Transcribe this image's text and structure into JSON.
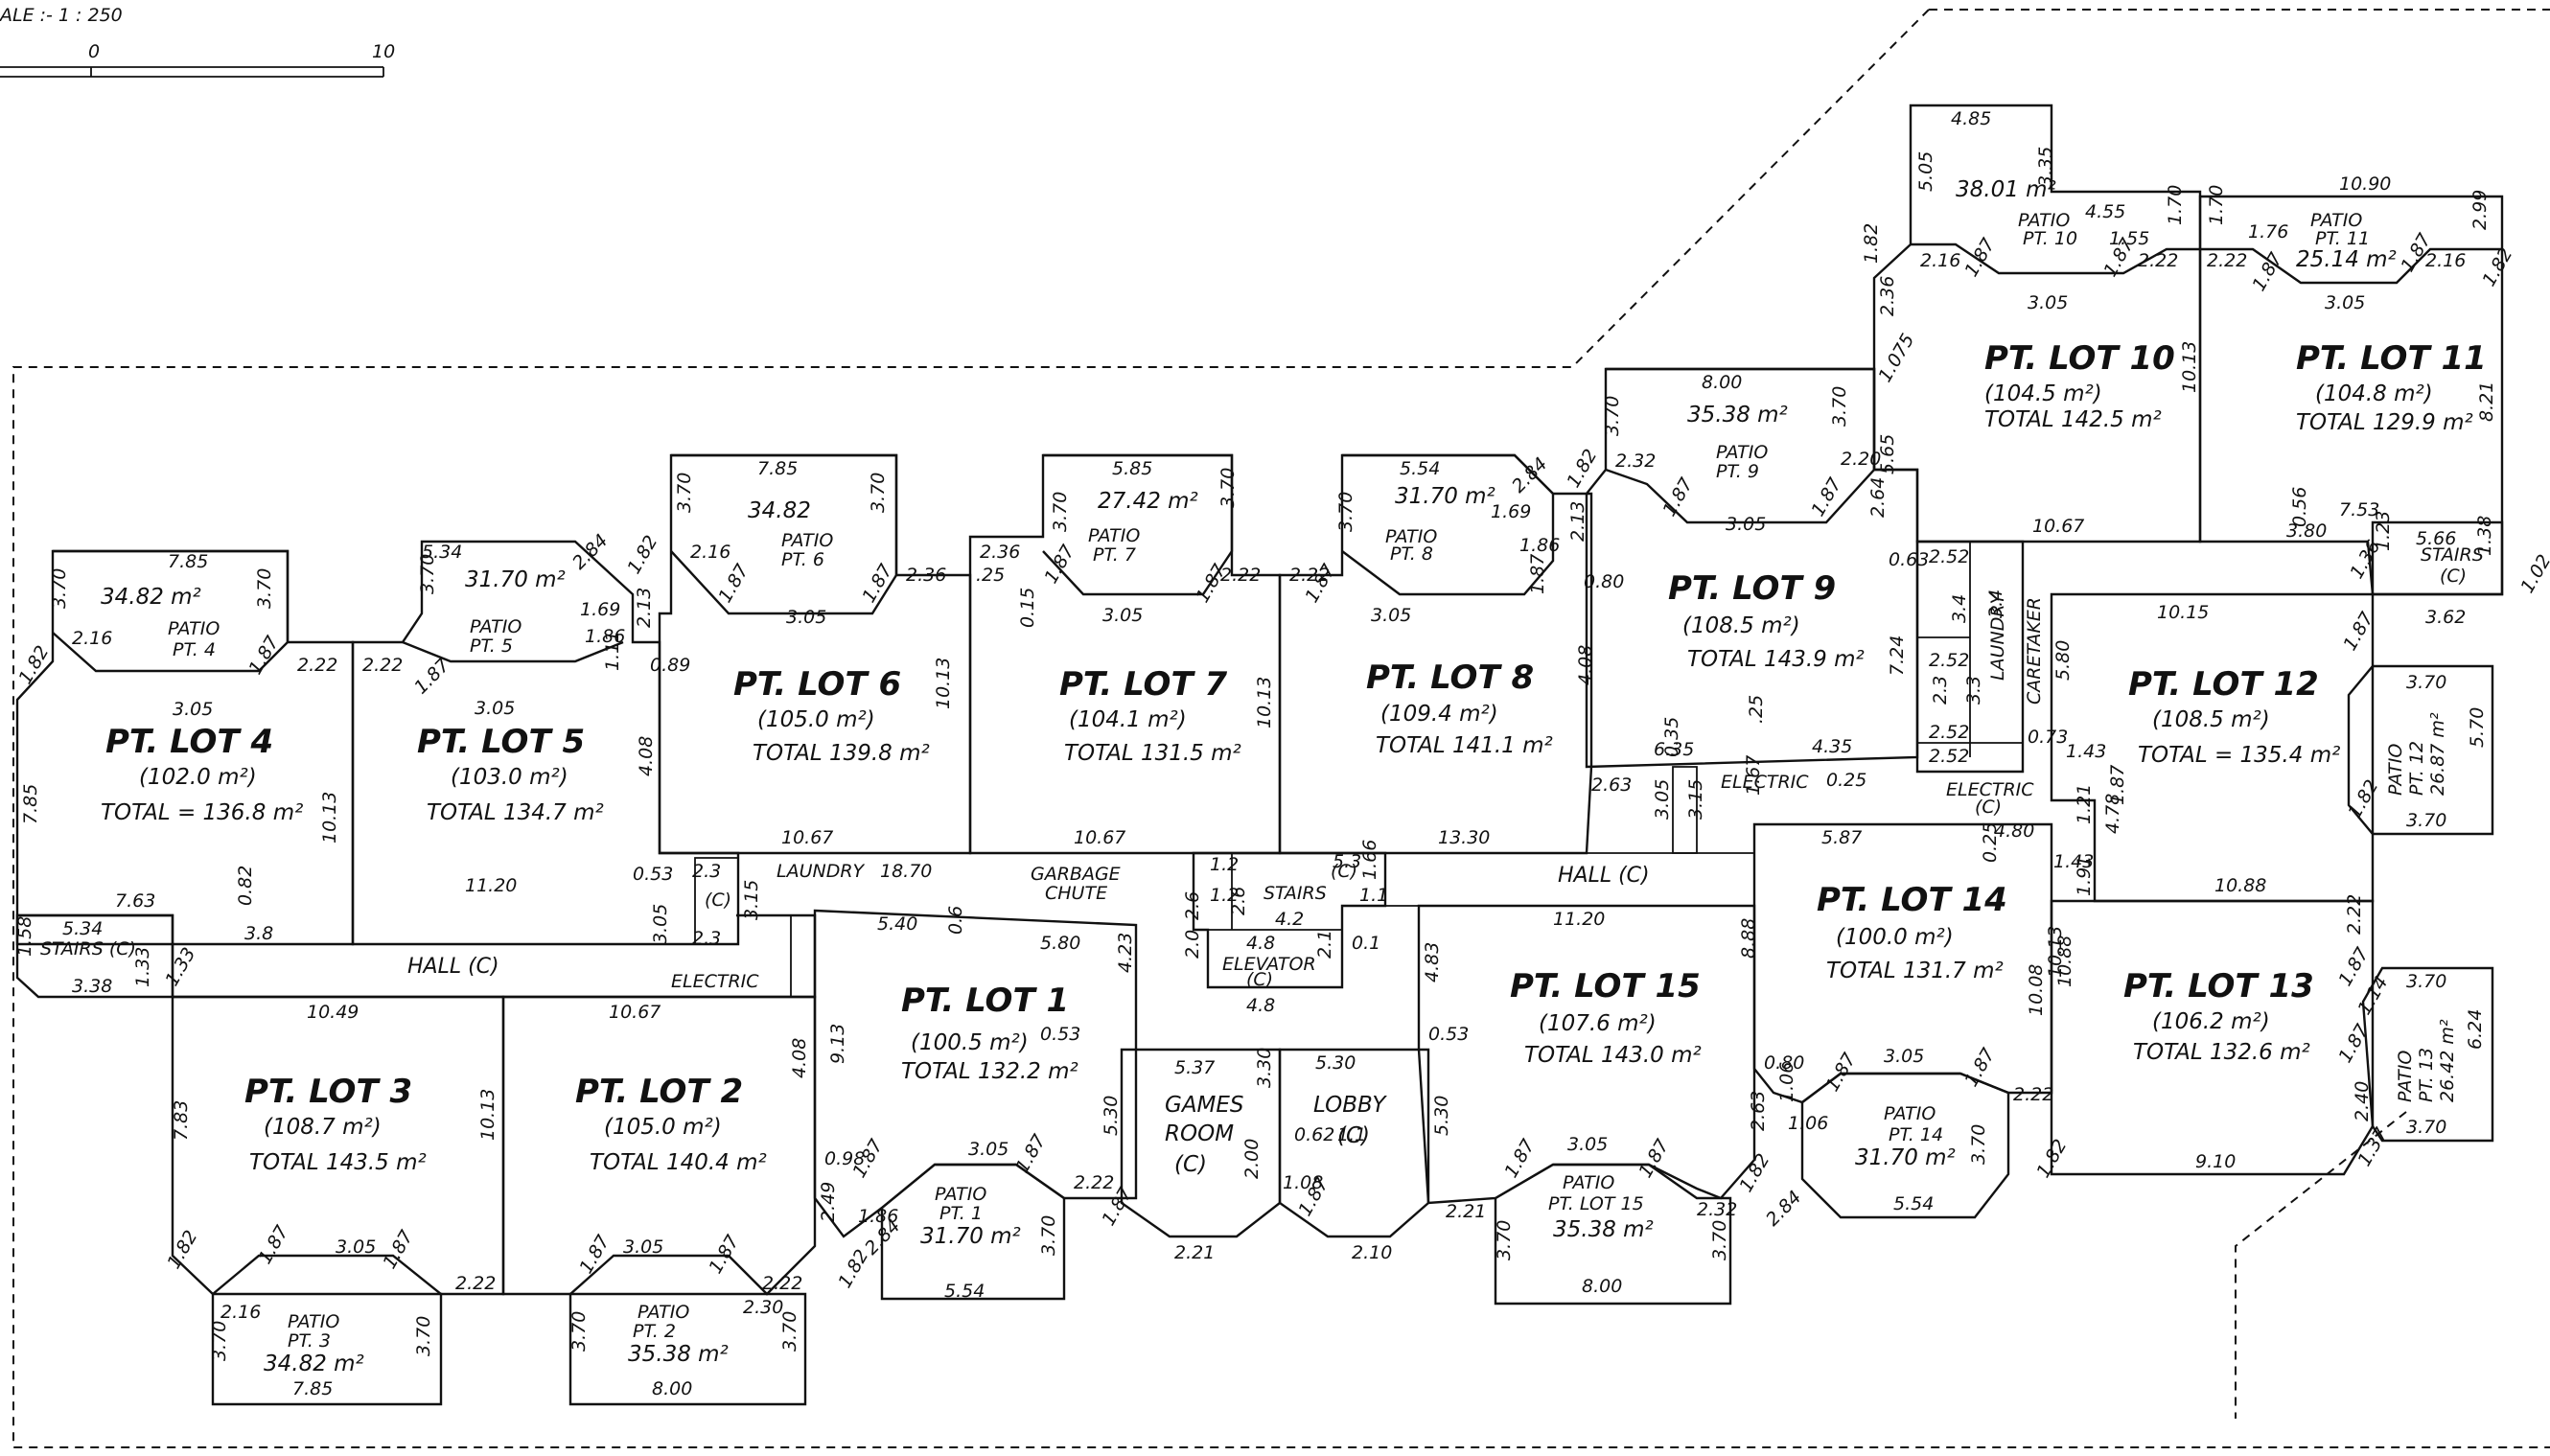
{
  "header": {
    "scale_label": "ALE :- 1 : 250",
    "scale_zero": "0",
    "scale_ten": "10"
  },
  "lots": {
    "l1": {
      "name": "PT. LOT 1",
      "area": "(100.5 m²)",
      "total": "TOTAL 132.2 m²"
    },
    "l2": {
      "name": "PT. LOT 2",
      "area": "(105.0 m²)",
      "total": "TOTAL 140.4 m²"
    },
    "l3": {
      "name": "PT. LOT 3",
      "area": "(108.7 m²)",
      "total": "TOTAL 143.5 m²"
    },
    "l4": {
      "name": "PT. LOT 4",
      "area": "(102.0 m²)",
      "total": "TOTAL = 136.8 m²"
    },
    "l5": {
      "name": "PT. LOT 5",
      "area": "(103.0 m²)",
      "total": "TOTAL 134.7 m²"
    },
    "l6": {
      "name": "PT. LOT 6",
      "area": "(105.0 m²)",
      "total": "TOTAL 139.8 m²"
    },
    "l7": {
      "name": "PT. LOT 7",
      "area": "(104.1 m²)",
      "total": "TOTAL 131.5 m²"
    },
    "l8": {
      "name": "PT. LOT 8",
      "area": "(109.4 m²)",
      "total": "TOTAL 141.1 m²"
    },
    "l9": {
      "name": "PT. LOT 9",
      "area": "(108.5 m²)",
      "total": "TOTAL 143.9 m²"
    },
    "l10": {
      "name": "PT. LOT 10",
      "area": "(104.5 m²)",
      "total": "TOTAL 142.5 m²"
    },
    "l11": {
      "name": "PT. LOT 11",
      "area": "(104.8 m²)",
      "total": "TOTAL 129.9 m²"
    },
    "l12": {
      "name": "PT. LOT 12",
      "area": "(108.5 m²)",
      "total": "TOTAL = 135.4 m²"
    },
    "l13": {
      "name": "PT. LOT 13",
      "area": "(106.2 m²)",
      "total": "TOTAL 132.6 m²"
    },
    "l14": {
      "name": "PT. LOT 14",
      "area": "(100.0 m²)",
      "total": "TOTAL 131.7 m²"
    },
    "l15": {
      "name": "PT. LOT 15",
      "area": "(107.6 m²)",
      "total": "TOTAL 143.0 m²"
    }
  },
  "patios": {
    "p1": {
      "name": "PATIO",
      "sub": "PT. 1",
      "area": "31.70 m²"
    },
    "p2": {
      "name": "PATIO",
      "sub": "PT. 2",
      "area": "35.38 m²"
    },
    "p3": {
      "name": "PATIO",
      "sub": "PT. 3",
      "area": "34.82 m²"
    },
    "p4": {
      "name": "PATIO",
      "sub": "PT. 4",
      "area": "34.82 m²"
    },
    "p5": {
      "name": "PATIO",
      "sub": "PT. 5",
      "area": "31.70 m²"
    },
    "p6": {
      "name": "PATIO",
      "sub": "PT. 6",
      "area": "34.82"
    },
    "p7": {
      "name": "PATIO",
      "sub": "PT. 7",
      "area": "27.42 m²"
    },
    "p8": {
      "name": "PATIO",
      "sub": "PT. 8",
      "area": "31.70 m²"
    },
    "p9": {
      "name": "PATIO",
      "sub": "PT. 9",
      "area": "35.38 m²"
    },
    "p10": {
      "name": "PATIO",
      "sub": "PT. 10",
      "area": "38.01 m²"
    },
    "p11": {
      "name": "PATIO",
      "sub": "PT. 11",
      "area": "25.14 m²"
    },
    "p12": {
      "name": "PATIO",
      "sub": "PT. 12",
      "area": "26.87 m²"
    },
    "p13": {
      "name": "PATIO",
      "sub": "PT. 13",
      "area": "26.42 m²"
    },
    "p14": {
      "name": "PATIO",
      "sub": "PT. 14",
      "area": "31.70 m²"
    },
    "p15": {
      "name": "PATIO",
      "sub": "PT. LOT 15",
      "area": "35.38 m²"
    }
  },
  "common": {
    "hall1": "HALL (C)",
    "hall2": "HALL (C)",
    "laundry": "LAUNDRY",
    "garbage1": "GARBAGE",
    "garbage2": "CHUTE",
    "stairs_mid": "STAIRS",
    "stairs_mid_c": "(C)",
    "elevator": "ELEVATOR",
    "elevator_c": "(C)",
    "games1": "GAMES",
    "games2": "ROOM",
    "games3": "(C)",
    "lobby": "LOBBY",
    "lobby_c": "(C)",
    "stairs_left": "STAIRS (C)",
    "stairs_right": "STAIRS",
    "stairs_right_c": "(C)",
    "electric": "ELECTRIC",
    "laundry_v": "LAUNDRY",
    "caretaker_v": "CARETAKER",
    "c": "(C)"
  },
  "dims": {
    "d001": "7.85",
    "d002": "3.70",
    "d003": "3.70",
    "d004": "2.16",
    "d005": "1.82",
    "d006": "1.87",
    "d007": "2.22",
    "d008": "3.05",
    "d009": "7.85",
    "d010": "10.13",
    "d011": "7.63",
    "d012": "0.82",
    "d013": "3.8",
    "d014": "5.34",
    "d015": "3.38",
    "d016": "1.58",
    "d017": "1.33",
    "d018": "1.33",
    "d019": "5.34",
    "d020": "3.70",
    "d021": "2.84",
    "d022": "1.69",
    "d023": "1.86",
    "d024": "2.22",
    "d025": "1.87",
    "d026": "3.05",
    "d027": "1.11",
    "d028": "11.20",
    "d029": "7.85",
    "d030": "3.70",
    "d031": "3.70",
    "d032": "1.82",
    "d033": "2.16",
    "d034": "2.13",
    "d035": "0.89",
    "d036": "1.87",
    "d037": "3.05",
    "d038": "1.87",
    "d039": "2.36",
    "d040": "10.67",
    "d041": "4.08",
    "d042": "0.53",
    "d043": "3.05",
    "d044": "2.3",
    "d045": "2.3",
    "d046": "3.15",
    "d047": "18.70",
    "d048": "5.85",
    "d049": "3.70",
    "d050": "3.70",
    "d051": "2.36",
    "d052": "0.15",
    "d053": "1.87",
    "d054": "3.05",
    "d055": "1.87",
    "d056": "2.22",
    "d057": ".25",
    "d058": "10.13",
    "d059": "10.67",
    "d060": "5.54",
    "d061": "3.70",
    "d062": "2.84",
    "d063": "1.69",
    "d064": "1.86",
    "d065": "1.87",
    "d066": "3.05",
    "d067": "1.87",
    "d068": "2.22",
    "d069": "10.13",
    "d070": "13.30",
    "d071": "8.00",
    "d072": "3.70",
    "d073": "3.70",
    "d074": "2.32",
    "d075": "1.82",
    "d076": "2.13",
    "d077": "0.80",
    "d078": "1.87",
    "d079": "3.05",
    "d080": "1.87",
    "d081": "2.20",
    "d082": "2.64",
    "d083": "4.08",
    "d084": "6.35",
    "d085": "4.35",
    "d086": "2.63",
    "d087": "3.05",
    "d088": "3.15",
    "d089": ".25",
    "d090": "0.25",
    "d091": "4.85",
    "d092": "5.05",
    "d093": "3.35",
    "d094": "4.55",
    "d095": "1.70",
    "d096": "1.55",
    "d097": "1.82",
    "d098": "2.16",
    "d099": "1.87",
    "d100": "3.05",
    "d101": "1.87",
    "d102": "2.22",
    "d103": "2.36",
    "d104": "1.075",
    "d105": "5.65",
    "d106": "10.67",
    "d107": "0.63",
    "d108": "10.90",
    "d109": "1.70",
    "d110": "1.76",
    "d111": "2.99",
    "d112": "2.22",
    "d113": "1.87",
    "d114": "3.05",
    "d115": "1.87",
    "d116": "2.16",
    "d117": "1.82",
    "d118": "10.13",
    "d119": "8.21",
    "d120": "7.53",
    "d121": "3.80",
    "d122": "0.56",
    "d123": "1.36",
    "d124": "1.23",
    "d125": "1.38",
    "d126": "5.66",
    "d127": "1.02",
    "d128": "3.62",
    "d129": "2.52",
    "d130": "3.4",
    "d131": "3.4",
    "d132": "7.24",
    "d133": "2.52",
    "d134": "2.3",
    "d135": "3.3",
    "d136": "2.52",
    "d137": "2.52",
    "d138": "0.73",
    "d139": "10.15",
    "d140": "1.87",
    "d141": "5.80",
    "d142": "1.43",
    "d143": "1.87",
    "d144": "4.78",
    "d145": "1.43",
    "d146": "1.21",
    "d147": "1.82",
    "d148": "1.91",
    "d149": "10.88",
    "d150": "3.70",
    "d151": "5.70",
    "d152": "3.70",
    "d153": "2.22",
    "d154": "1.87",
    "d155": "1.14",
    "d156": "10.88",
    "d157": "1.87",
    "d158": "3.70",
    "d159": "6.24",
    "d160": "2.40",
    "d161": "3.70",
    "d162": "9.10",
    "d163": "1.82",
    "d164": "1.37",
    "d165": "5.87",
    "d166": "0.25",
    "d167": "4.80",
    "d168": "10.13",
    "d169": "8.88",
    "d170": "10.08",
    "d171": "0.80",
    "d172": "1.87",
    "d173": "3.05",
    "d174": "1.87",
    "d175": "1.06",
    "d176": "1.06",
    "d177": "2.22",
    "d178": "2.63",
    "d179": "3.70",
    "d180": "5.54",
    "d181": "1.82",
    "d182": "2.84",
    "d183": "11.20",
    "d184": "4.83",
    "d185": "0.53",
    "d186": "5.30",
    "d187": "2.21",
    "d188": "1.87",
    "d189": "3.05",
    "d190": "1.87",
    "d191": "2.32",
    "d192": "3.70",
    "d193": "3.70",
    "d194": "8.00",
    "d195": "5.30",
    "d196": "3.30",
    "d197": "0.62",
    "d198": "1.1",
    "d199": "1.08",
    "d200": "2.00",
    "d201": "1.87",
    "d202": "2.10",
    "d203": "5.37",
    "d204": "1.87",
    "d205": "2.21",
    "d206": "2.22",
    "d207": "5.30",
    "d208": "5.40",
    "d209": "0.6",
    "d210": "5.80",
    "d211": "4.23",
    "d212": "0.53",
    "d213": "9.13",
    "d214": "0.98",
    "d215": "1.87",
    "d216": "3.05",
    "d217": "1.87",
    "d218": "1.86",
    "d219": "2.84",
    "d220": "1.82",
    "d221": "2.49",
    "d222": "5.54",
    "d223": "3.70",
    "d224": "10.67",
    "d225": "4.08",
    "d226": "1.87",
    "d227": "3.05",
    "d228": "1.87",
    "d229": "2.22",
    "d230": "3.70",
    "d231": "2.30",
    "d232": "3.70",
    "d233": "8.00",
    "d234": "10.13",
    "d235": "10.49",
    "d236": "7.83",
    "d237": "1.82",
    "d238": "1.87",
    "d239": "3.05",
    "d240": "1.87",
    "d241": "2.16",
    "d242": "3.70",
    "d243": "3.70",
    "d244": "7.85",
    "d245": "2.22",
    "d246": "1.2",
    "d247": "1.2",
    "d248": "5.3",
    "d249": "1.1",
    "d250": "1.66",
    "d251": "2.6",
    "d252": "2.6",
    "d253": "4.2",
    "d254": "2.0",
    "d255": "4.8",
    "d256": "2.1",
    "d257": "4.8",
    "d258": "0.1",
    "d259": "1.67",
    "d260": "0.35"
  }
}
